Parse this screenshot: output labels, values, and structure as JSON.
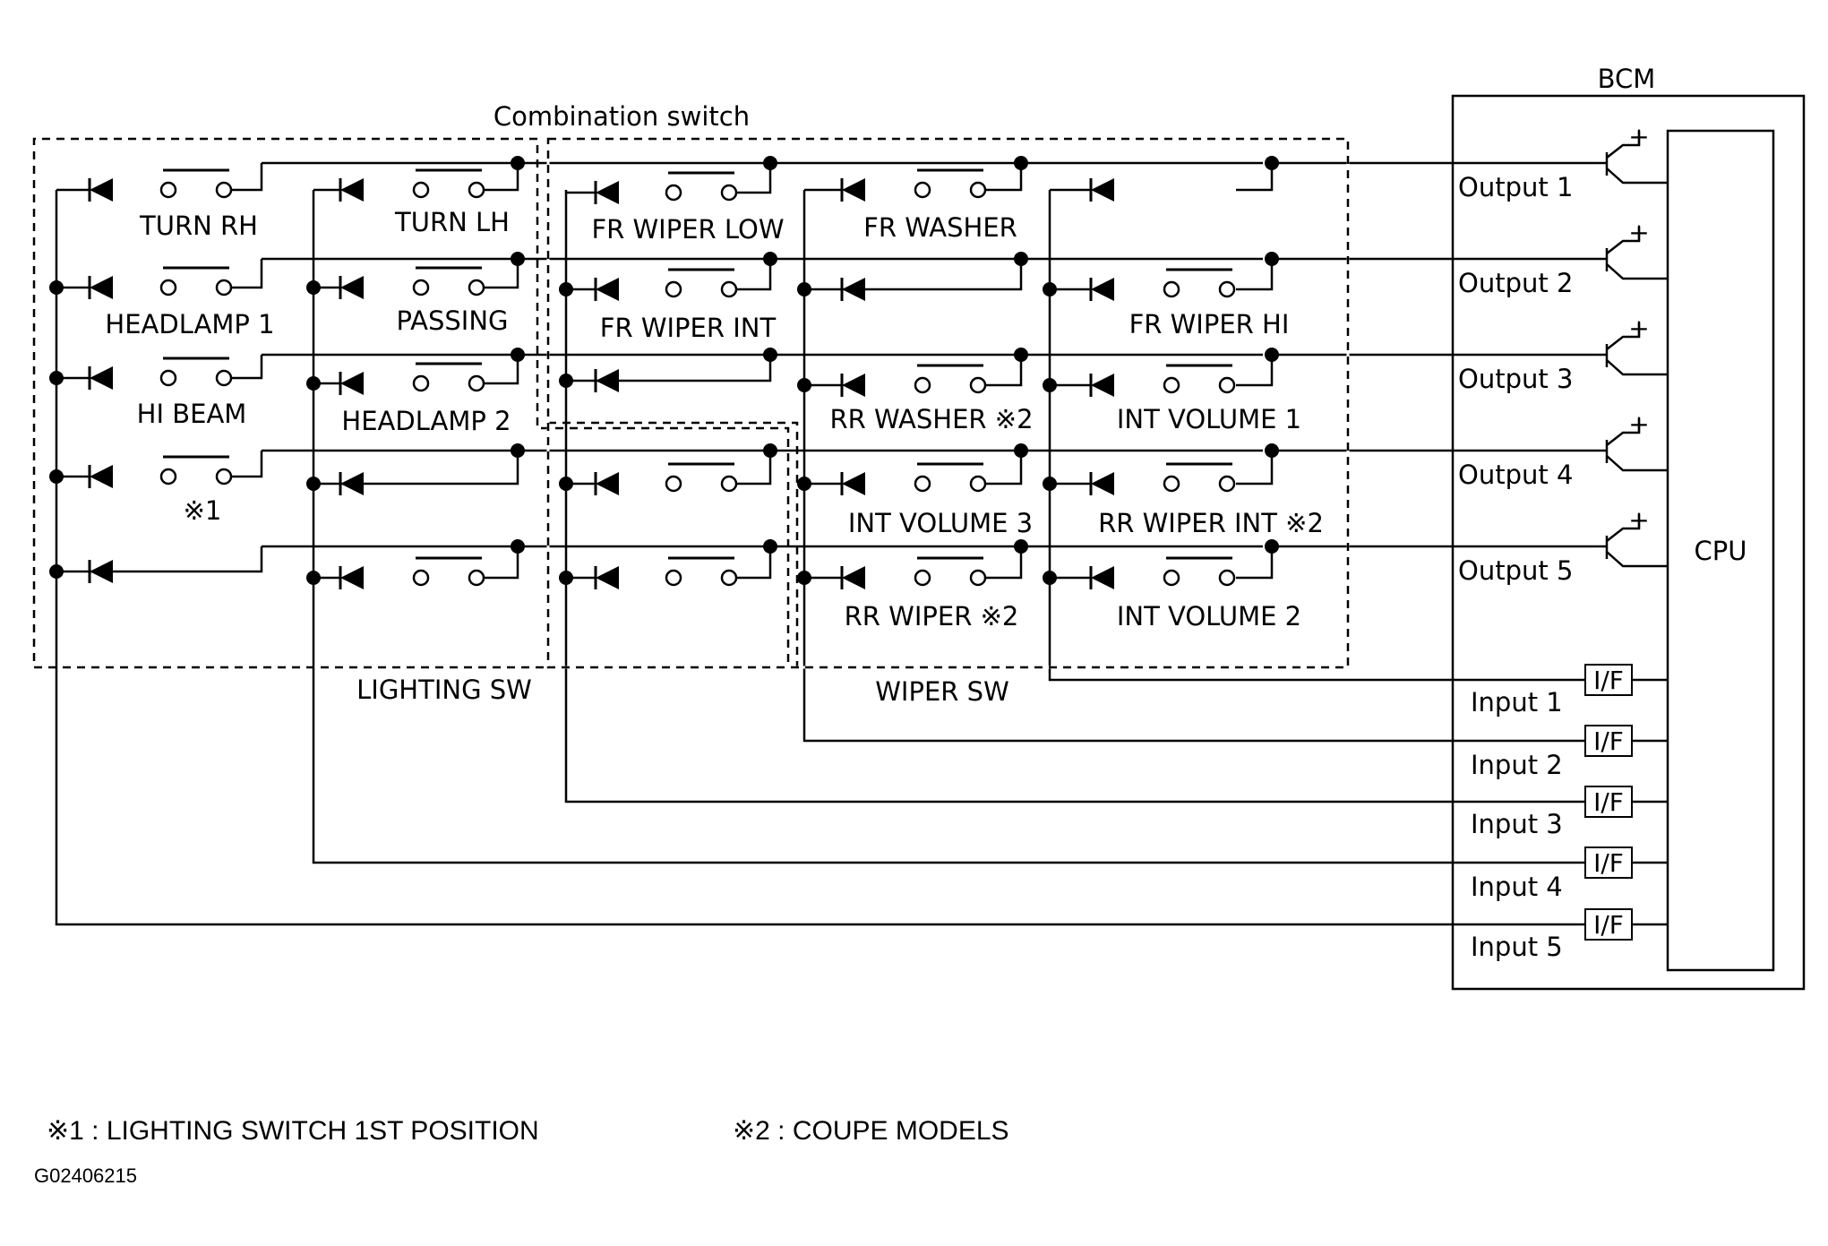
{
  "titles": {
    "combination_switch": "Combination switch",
    "bcm": "BCM",
    "cpu": "CPU",
    "lighting_sw": "LIGHTING SW",
    "wiper_sw": "WIPER SW"
  },
  "switches": {
    "turn_rh": "TURN RH",
    "turn_lh": "TURN LH",
    "headlamp_1": "HEADLAMP 1",
    "passing": "PASSING",
    "hi_beam": "HI BEAM",
    "headlamp_2": "HEADLAMP 2",
    "note1_mark": "※1",
    "fr_wiper_low": "FR WIPER LOW",
    "fr_washer": "FR WASHER",
    "fr_wiper_int": "FR WIPER INT",
    "fr_wiper_hi": "FR WIPER HI",
    "rr_washer": "RR WASHER ※2",
    "int_volume_1": "INT VOLUME 1",
    "int_volume_3": "INT VOLUME 3",
    "rr_wiper_int": "RR WIPER INT ※2",
    "rr_wiper": "RR WIPER ※2",
    "int_volume_2": "INT VOLUME 2"
  },
  "outputs": [
    "Output 1",
    "Output 2",
    "Output 3",
    "Output 4",
    "Output 5"
  ],
  "inputs": [
    "Input 1",
    "Input 2",
    "Input 3",
    "Input 4",
    "Input 5"
  ],
  "interface_label": "I/F",
  "plus_sign": "+",
  "footnotes": {
    "note1": "※1 : LIGHTING SWITCH 1ST POSITION",
    "note2": "※2 : COUPE MODELS"
  },
  "figure_code": "G02406215"
}
